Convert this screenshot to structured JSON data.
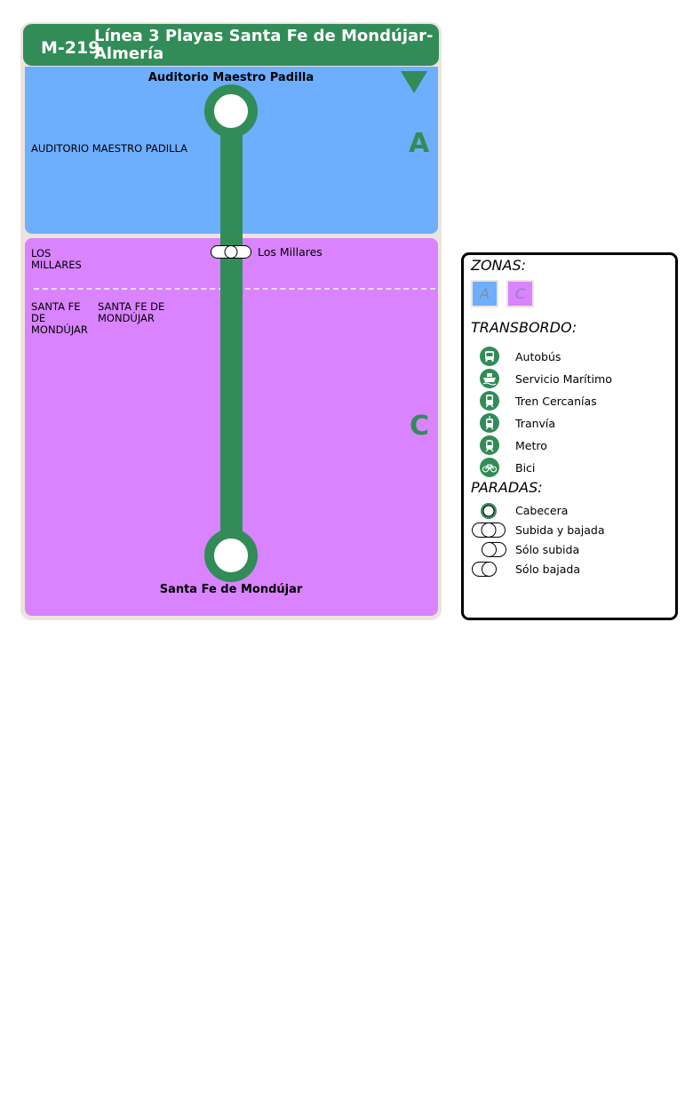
{
  "header": {
    "line_code": "M-219",
    "line_title": "Línea 3 Playas Santa Fe de Mondújar-Almería"
  },
  "colors": {
    "line": "#318c58",
    "zone_a": "#6eaefe",
    "zone_c": "#d983fe",
    "frame": "#ece4dc"
  },
  "zones": {
    "a": {
      "letter": "A"
    },
    "c": {
      "letter": "C"
    }
  },
  "stops": {
    "start": {
      "name": "Auditorio Maestro Padilla"
    },
    "mid": {
      "name": "Los Millares"
    },
    "end": {
      "name": "Santa Fe de Mondújar"
    }
  },
  "areas": {
    "auditorio": "AUDITORIO MAESTRO PADILLA",
    "los_millares": "LOS\nMILLARES",
    "santa_fe_1": "SANTA FE\nDE\nMONDÚJAR",
    "santa_fe_2": "SANTA FE DE\nMONDÚJAR"
  },
  "legend": {
    "zonas_heading": "ZONAS:",
    "zone_swatches": [
      "A",
      "C"
    ],
    "transbordo_heading": "TRANSBORDO:",
    "transbordo": [
      {
        "icon": "bus-icon",
        "label": "Autobús"
      },
      {
        "icon": "ship-icon",
        "label": "Servicio Marítimo"
      },
      {
        "icon": "train-icon",
        "label": "Tren Cercanías"
      },
      {
        "icon": "tram-icon",
        "label": "Tranvía"
      },
      {
        "icon": "metro-icon",
        "label": "Metro"
      },
      {
        "icon": "bike-icon",
        "label": "Bici"
      }
    ],
    "paradas_heading": "PARADAS:",
    "paradas": [
      {
        "icon": "terminal-stop-icon",
        "label": "Cabecera"
      },
      {
        "icon": "both-ways-stop-icon",
        "label": "Subida y bajada"
      },
      {
        "icon": "boarding-only-stop-icon",
        "label": "Sólo subida"
      },
      {
        "icon": "alighting-only-stop-icon",
        "label": "Sólo bajada"
      }
    ]
  }
}
